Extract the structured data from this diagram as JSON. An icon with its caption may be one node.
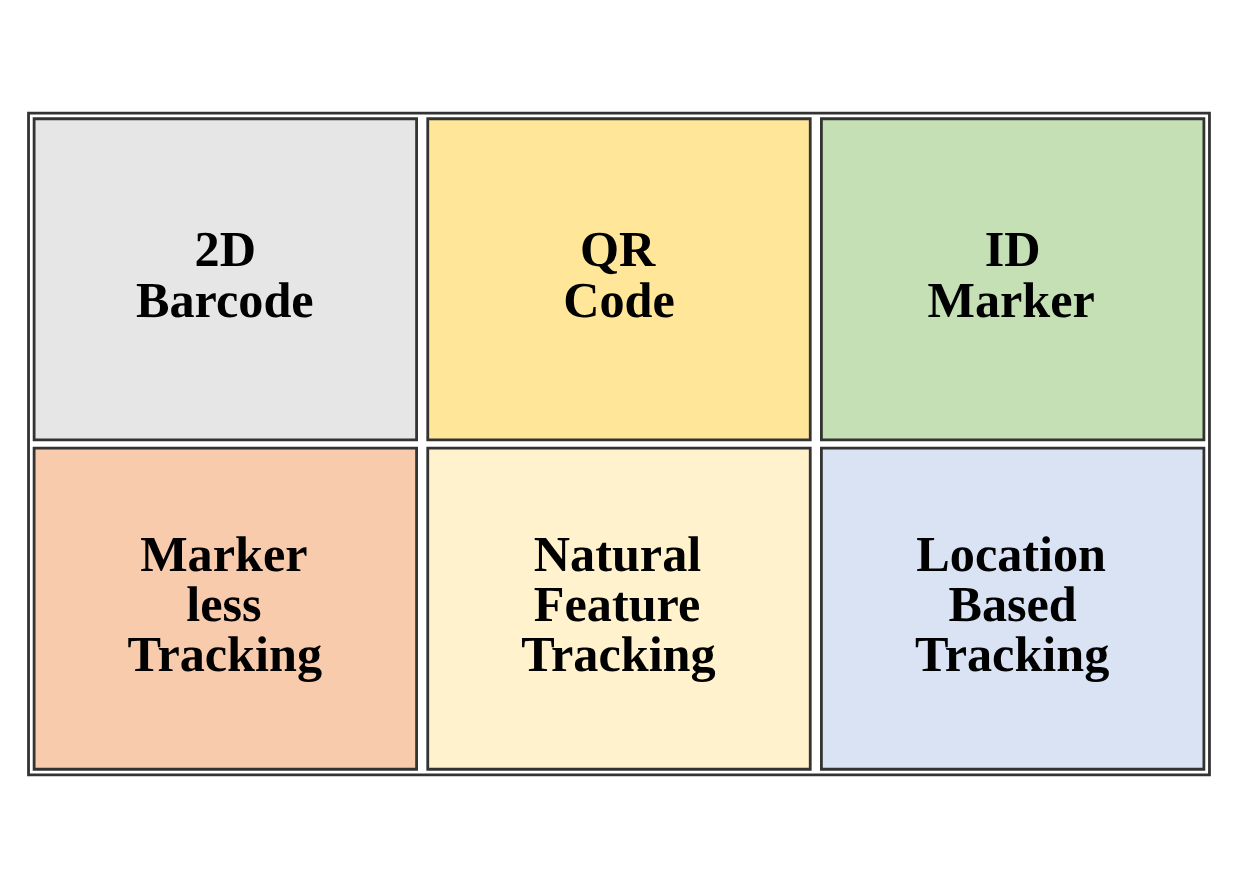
{
  "diagram": {
    "nodes": [
      {
        "text": [],
        "shape": "box"
      },
      {
        "text": [
          "2D Barcode"
        ],
        "in": 0
      },
      {
        "text": [
          "QR Code"
        ],
        "in": 0
      },
      {
        "text": [
          "ID Marker"
        ],
        "in": 0
      },
      {
        "text": [
          "Marker less Tracking"
        ],
        "in": 0
      },
      {
        "text": [
          "Natural Feature Tracking"
        ],
        "in": 0
      },
      {
        "text": [
          "Location Based Tracking"
        ],
        "in": 0
      }
    ]
  }
}
